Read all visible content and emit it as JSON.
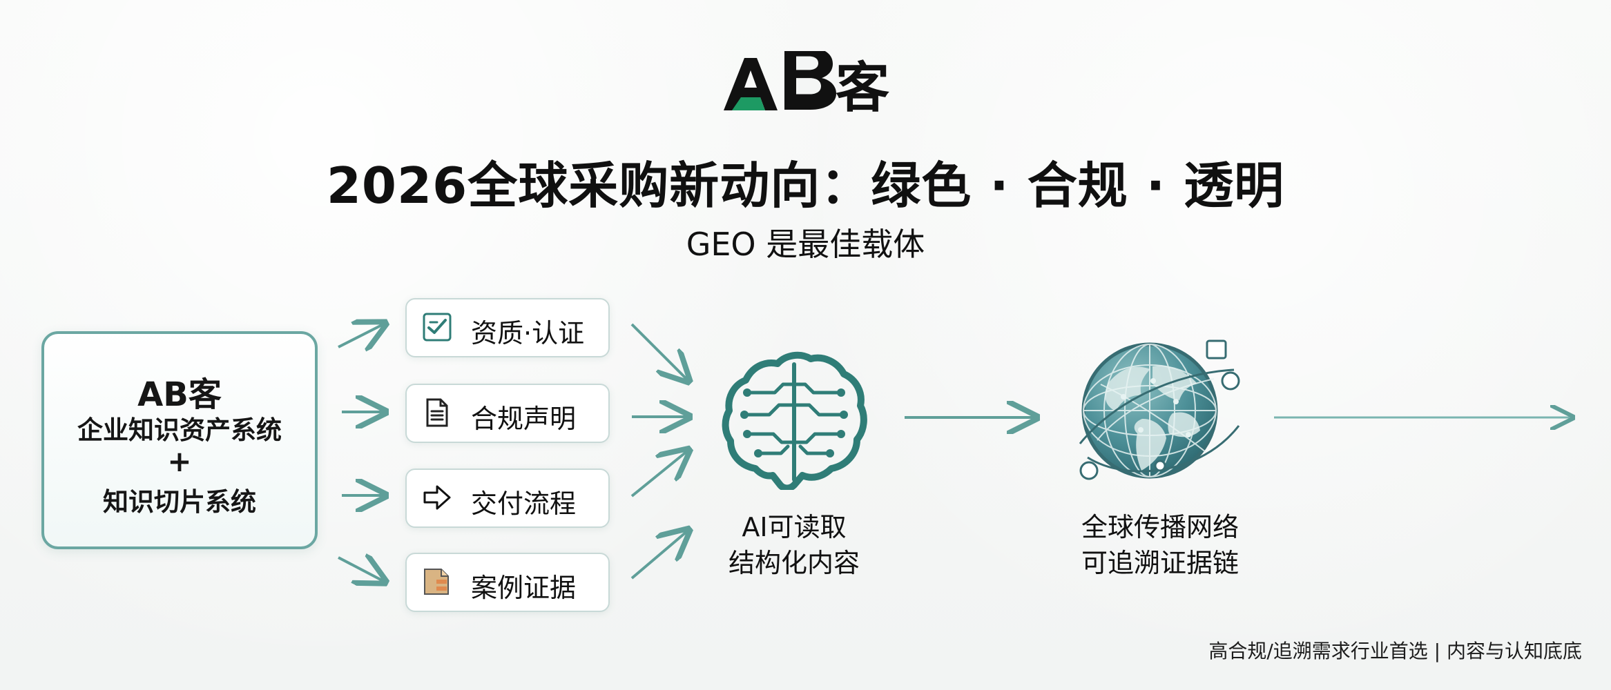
{
  "colors": {
    "background": "#f4f6f5",
    "teal": "#5f9f99",
    "teal_dark": "#2f7d77",
    "green_accent": "#1d9a63",
    "text": "#111111"
  },
  "brand": {
    "logo_text": "AB客"
  },
  "header": {
    "title": "2026全球采购新动向：绿色 · 合规 · 透明",
    "subtitle": "GEO 是最佳载体"
  },
  "system_box": {
    "name": "AB客",
    "line_1": "企业知识资产系统",
    "plus": "+",
    "line_2": "知识切片系统"
  },
  "features": [
    {
      "label": "资质·认证",
      "icon": "checklist-icon"
    },
    {
      "label": "合规声明",
      "icon": "document-icon"
    },
    {
      "label": "交付流程",
      "icon": "arrow-right-icon"
    },
    {
      "label": "案例证据",
      "icon": "folder-icon"
    }
  ],
  "ai_node": {
    "icon": "brain-icon",
    "label_line_1": "AI可读取",
    "label_line_2": "结构化内容"
  },
  "network_node": {
    "icon": "globe-icon",
    "label_line_1": "全球传播网络",
    "label_line_2": "可追溯证据链"
  },
  "footer": {
    "text": "高合规/追溯需求行业首选 | 内容与认知底底"
  }
}
